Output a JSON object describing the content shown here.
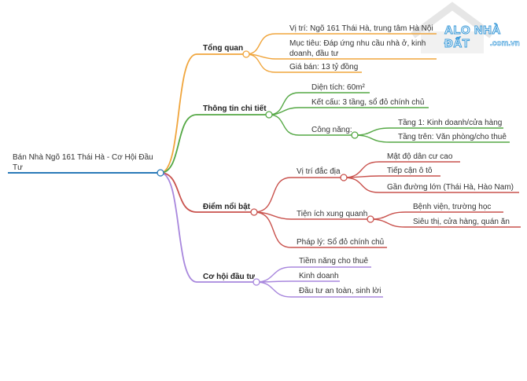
{
  "root": "Bán Nhà Ngõ 161 Thái Hà - Cơ Hội Đầu Tư",
  "branches": [
    {
      "label": "Tổng quan",
      "color": "#f0a53c",
      "children": [
        {
          "label": "Vị trí: Ngõ 161 Thái Hà, trung tâm Hà Nội"
        },
        {
          "label": "Mục tiêu: Đáp ứng nhu cầu nhà ở, kinh doanh, đầu tư"
        },
        {
          "label": "Giá bán: 13 tỷ đồng"
        }
      ]
    },
    {
      "label": "Thông tin chi tiết",
      "color": "#55a845",
      "children": [
        {
          "label": "Diện tích: 60m²"
        },
        {
          "label": "Kết cấu: 3 tầng, sổ đỏ chính chủ"
        },
        {
          "label": "Công năng:",
          "children": [
            {
              "label": "Tầng 1: Kinh doanh/cửa hàng"
            },
            {
              "label": "Tầng trên: Văn phòng/cho thuê"
            }
          ]
        }
      ]
    },
    {
      "label": "Điểm nổi bật",
      "color": "#c9524d",
      "children": [
        {
          "label": "Vị trí đắc địa",
          "children": [
            {
              "label": "Mật độ dân cư cao"
            },
            {
              "label": "Tiếp cận ô tô"
            },
            {
              "label": "Gần đường lớn (Thái Hà, Hào Nam)"
            }
          ]
        },
        {
          "label": "Tiện ích xung quanh",
          "children": [
            {
              "label": "Bệnh viện, trường học"
            },
            {
              "label": "Siêu thị, cửa hàng, quán ăn"
            }
          ]
        },
        {
          "label": "Pháp lý: Sổ đỏ chính chủ"
        }
      ]
    },
    {
      "label": "Cơ hội đầu tư",
      "color": "#a887dd",
      "children": [
        {
          "label": "Tiềm năng cho thuê"
        },
        {
          "label": "Kinh doanh"
        },
        {
          "label": "Đầu tư an toàn, sinh lời"
        }
      ]
    }
  ],
  "root_color": "#2a7ab8",
  "watermark": {
    "line1": "ALO NHÀ ĐẤT",
    "line2": ".com.vn"
  }
}
